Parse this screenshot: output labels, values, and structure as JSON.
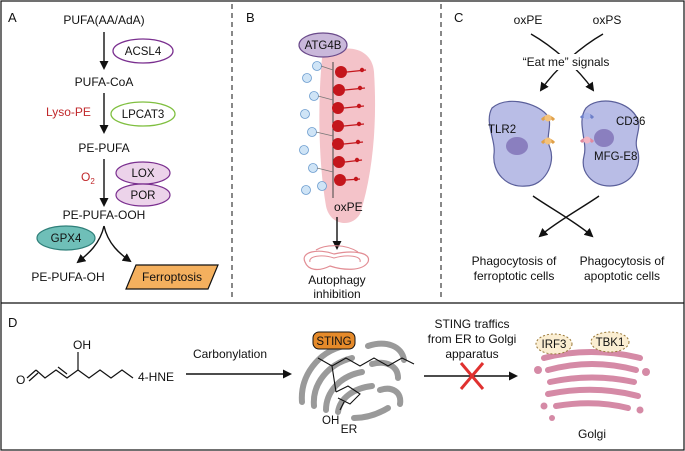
{
  "panels": {
    "a": {
      "letter": "A",
      "pufa": "PUFA(AA/AdA)",
      "acsl4": "ACSL4",
      "pufa_coa": "PUFA-CoA",
      "lyso_pe": "Lyso-PE",
      "lpcat3": "LPCAT3",
      "pe_pufa": "PE-PUFA",
      "o2": "O",
      "o2_sub": "2",
      "lox": "LOX",
      "por": "POR",
      "pe_pufa_ooh": "PE-PUFA-OOH",
      "gpx4": "GPX4",
      "pe_pufa_oh": "PE-PUFA-OH",
      "ferroptosis": "Ferroptosis"
    },
    "b": {
      "letter": "B",
      "atg4b": "ATG4B",
      "oxpe": "oxPE",
      "outcome_line1": "Autophagy",
      "outcome_line2": "inhibition"
    },
    "c": {
      "letter": "C",
      "oxpe": "oxPE",
      "oxps": "oxPS",
      "signal": "“Eat me” signals",
      "tlr2": "TLR2",
      "cd36": "CD36",
      "mfge8": "MFG-E8",
      "left_line1": "Phagocytosis of",
      "left_line2": "ferroptotic cells",
      "right_line1": "Phagocytosis of",
      "right_line2": "apoptotic cells"
    },
    "d": {
      "letter": "D",
      "oh": "OH",
      "o": "O",
      "hne": "4-HNE",
      "carbonylation": "Carbonylation",
      "sting": "STING",
      "oh2": "OH",
      "er": "ER",
      "traffic_line1": "STING traffics",
      "traffic_line2": "from ER to Golgi",
      "traffic_line3": "apparatus",
      "irf3": "IRF3",
      "tbk1": "TBK1",
      "golgi": "Golgi"
    }
  },
  "colors": {
    "acsl4_border": "#7a2f8f",
    "lpcat3_border": "#7fbf3f",
    "lox_fill": "#ecd3ea",
    "gpx4_fill": "#6fbfb8",
    "ferroptosis_fill": "#f4b05e",
    "red_text": "#c0282b",
    "atg4b_fill": "#c9b8da",
    "membrane_pink": "#f2b8bf",
    "lipid_red": "#c4161c",
    "cell_fill": "#b9bde6",
    "sting_fill": "#e58a2a",
    "golgi_fill": "#d58aa6",
    "cross": "#e0312f"
  }
}
